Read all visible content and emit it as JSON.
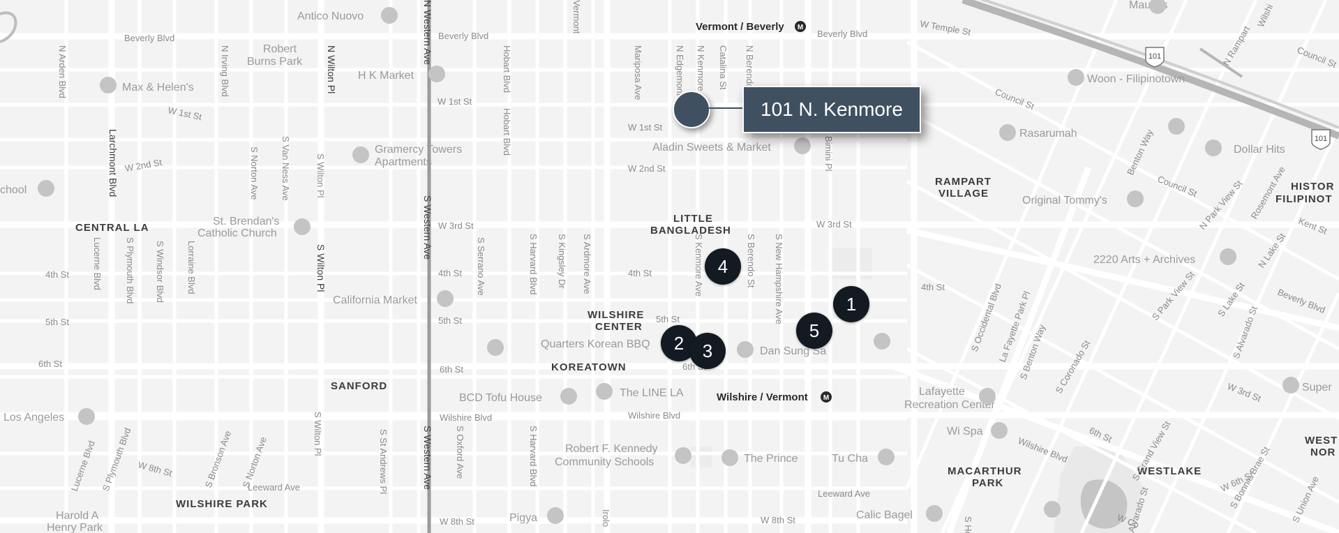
{
  "map": {
    "callout": {
      "label": "101 N. Kenmore"
    },
    "markers": [
      {
        "number": "1"
      },
      {
        "number": "2"
      },
      {
        "number": "3"
      },
      {
        "number": "4"
      },
      {
        "number": "5"
      }
    ],
    "neighborhoods": [
      "CENTRAL LA",
      "LITTLE",
      "BANGLADESH",
      "WILSHIRE",
      "CENTER",
      "KOREATOWN",
      "SANFORD",
      "RAMPART",
      "VILLAGE",
      "MACARTHUR",
      "PARK",
      "WESTLAKE",
      "WILSHIRE PARK",
      "HISTOR",
      "FILIPINOT",
      "WEST",
      "NOR"
    ],
    "metro": [
      "Vermont / Beverly",
      "Wilshire / Vermont"
    ],
    "pois": [
      "Antico Nuovo",
      "Max & Helen's",
      "H K Market",
      "Gramercy Towers",
      "Apartments",
      "St. Brendan's",
      "Catholic Church",
      "California Market",
      "Aladin Sweets & Market",
      "Quarters Korean BBQ",
      "Dan Sung Sa",
      "BCD Tofu House",
      "The LINE LA",
      "Robert F. Kennedy",
      "Community Schools",
      "The Prince",
      "Tu Cha",
      "Pigya",
      "Calic Bagel",
      "Lafayette",
      "Recreation Center",
      "Wi Spa",
      "Rasarumah",
      "Woon - Filipinotown",
      "Dollar Hits",
      "Original Tommy's",
      "2220 Arts + Archives",
      "Maury's",
      "Super",
      "Robert",
      "Burns Park",
      "Harold A",
      "Henry Park",
      "Los Angeles",
      "chool"
    ],
    "streets": [
      "Beverly Blvd",
      "W Temple St",
      "W 1st St",
      "W 2nd St",
      "W 3rd St",
      "4th St",
      "5th St",
      "6th St",
      "W 8th St",
      "Wilshire Blvd",
      "Leeward Ave",
      "Council St",
      "S Western Ave",
      "N Western Ave",
      "S Wilton Pl",
      "N Wilton Pl",
      "Larchmont Blvd",
      "N Arden Blvd",
      "N Irving Blvd",
      "S Norton Ave",
      "S Van Ness Ave",
      "Lucerne Blvd",
      "S Plymouth Blvd",
      "S Windsor Blvd",
      "Lorraine Blvd",
      "S Serrano Ave",
      "S Harvard Blvd",
      "S Kingsley Dr",
      "S Ardmore Ave",
      "S Kenmore Ave",
      "S Berendo St",
      "S New Hampshire Ave",
      "Hobart Blvd",
      "Mariposa Ave",
      "N Edgemont",
      "N Kenmore",
      "Catalina St",
      "N Berendo",
      "Bimini Pl",
      "S Occidental Blvd",
      "La Fayette Park Pl",
      "S Benton Way",
      "S Coronado St",
      "S Park View St",
      "S Lake St",
      "S Alvarado St",
      "N Rampart",
      "Benton Way",
      "N Park View St",
      "Rosemont Ave",
      "N Lake St",
      "W 3rd St",
      "W 6th St",
      "S Grand View St",
      "S Bonnie Brae St",
      "S Union Ave",
      "S Oxford Ave",
      "S St Andrews Pl",
      "S Bronson Ave",
      "S Norton Ave",
      "Irolo",
      "Vermont",
      "101",
      "S Ho",
      "Alvarado St",
      "Wilshi",
      "W Co",
      "Kent St",
      "Council St",
      "Beverly Blvd"
    ]
  }
}
